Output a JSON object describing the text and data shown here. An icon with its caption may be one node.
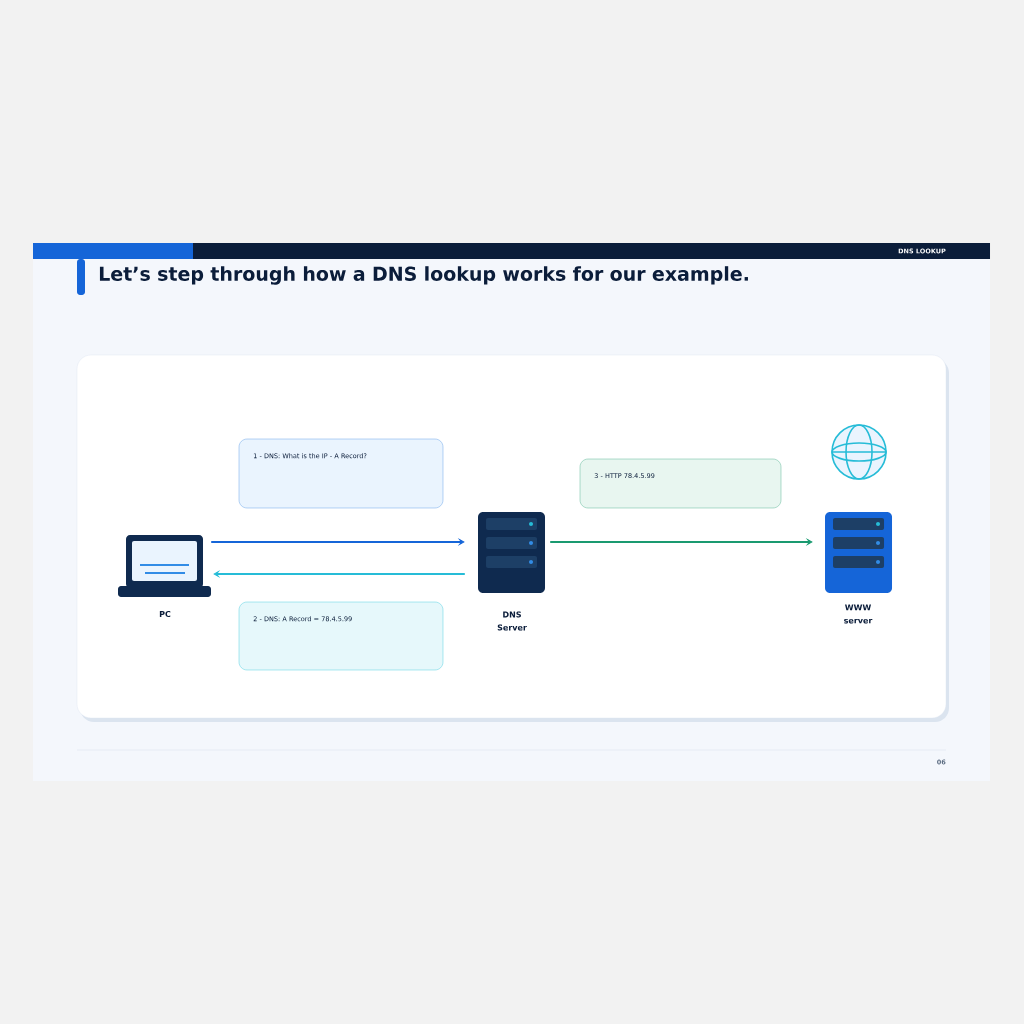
{
  "diagram": {
    "title": "Let’s step through how a DNS lookup works for our example.",
    "nodes": [
      {
        "text": [
          "PC"
        ]
      },
      {
        "text": [
          "DNS Server"
        ]
      },
      {
        "text": [
          "WWW server"
        ]
      },
      {
        "text": [
          "1 - DNS: What is the IP - A Record?"
        ]
      },
      {
        "text": [
          "2 - DNS: A Record = 78.4.5.99"
        ]
      },
      {
        "text": [
          "3 - HTTP 78.4.5.99"
        ]
      }
    ],
    "edges": [
      {
        "from": 0,
        "to": 1,
        "arrow": "to",
        "color": "#1565d8"
      },
      {
        "from": 1,
        "to": 0,
        "arrow": "to",
        "color": "#26bcd7"
      },
      {
        "from": 1,
        "to": 2,
        "arrow": "to",
        "color": "#1a9a70"
      }
    ],
    "labels": [
      "DNS LOOKUP",
      "06"
    ]
  }
}
